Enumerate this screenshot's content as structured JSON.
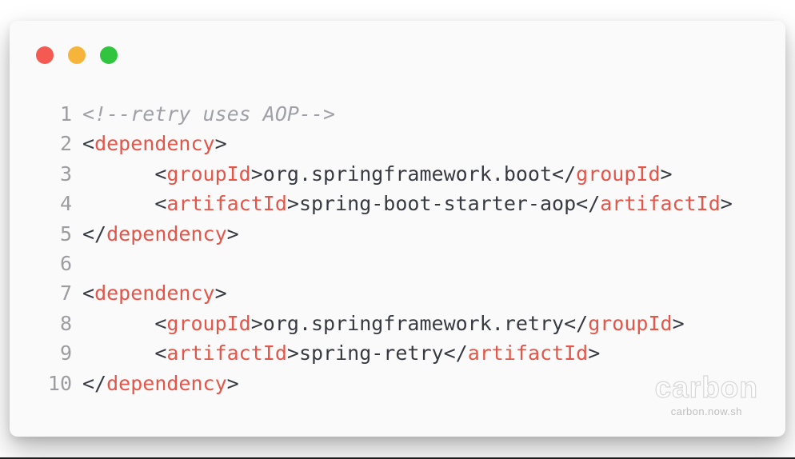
{
  "window": {
    "traffic_lights": [
      {
        "name": "close",
        "color": "#f45a52"
      },
      {
        "name": "minimize",
        "color": "#f6b43b"
      },
      {
        "name": "zoom",
        "color": "#31c43e"
      }
    ]
  },
  "code": {
    "language": "xml",
    "lines": [
      {
        "number": "1",
        "tokens": [
          {
            "type": "comment",
            "text": "<!--retry uses AOP-->"
          }
        ]
      },
      {
        "number": "2",
        "tokens": [
          {
            "type": "punctuation",
            "text": "<"
          },
          {
            "type": "tag",
            "text": "dependency"
          },
          {
            "type": "punctuation",
            "text": ">"
          }
        ]
      },
      {
        "number": "3",
        "tokens": [
          {
            "type": "text",
            "text": "      "
          },
          {
            "type": "punctuation",
            "text": "<"
          },
          {
            "type": "tag",
            "text": "groupId"
          },
          {
            "type": "punctuation",
            "text": ">"
          },
          {
            "type": "text",
            "text": "org.springframework.boot"
          },
          {
            "type": "punctuation",
            "text": "</"
          },
          {
            "type": "tag",
            "text": "groupId"
          },
          {
            "type": "punctuation",
            "text": ">"
          }
        ]
      },
      {
        "number": "4",
        "tokens": [
          {
            "type": "text",
            "text": "      "
          },
          {
            "type": "punctuation",
            "text": "<"
          },
          {
            "type": "tag",
            "text": "artifactId"
          },
          {
            "type": "punctuation",
            "text": ">"
          },
          {
            "type": "text",
            "text": "spring-boot-starter-aop"
          },
          {
            "type": "punctuation",
            "text": "</"
          },
          {
            "type": "tag",
            "text": "artifactId"
          },
          {
            "type": "punctuation",
            "text": ">"
          }
        ]
      },
      {
        "number": "5",
        "tokens": [
          {
            "type": "punctuation",
            "text": "</"
          },
          {
            "type": "tag",
            "text": "dependency"
          },
          {
            "type": "punctuation",
            "text": ">"
          }
        ]
      },
      {
        "number": "6",
        "tokens": []
      },
      {
        "number": "7",
        "tokens": [
          {
            "type": "punctuation",
            "text": "<"
          },
          {
            "type": "tag",
            "text": "dependency"
          },
          {
            "type": "punctuation",
            "text": ">"
          }
        ]
      },
      {
        "number": "8",
        "tokens": [
          {
            "type": "text",
            "text": "      "
          },
          {
            "type": "punctuation",
            "text": "<"
          },
          {
            "type": "tag",
            "text": "groupId"
          },
          {
            "type": "punctuation",
            "text": ">"
          },
          {
            "type": "text",
            "text": "org.springframework.retry"
          },
          {
            "type": "punctuation",
            "text": "</"
          },
          {
            "type": "tag",
            "text": "groupId"
          },
          {
            "type": "punctuation",
            "text": ">"
          }
        ]
      },
      {
        "number": "9",
        "tokens": [
          {
            "type": "text",
            "text": "      "
          },
          {
            "type": "punctuation",
            "text": "<"
          },
          {
            "type": "tag",
            "text": "artifactId"
          },
          {
            "type": "punctuation",
            "text": ">"
          },
          {
            "type": "text",
            "text": "spring-retry"
          },
          {
            "type": "punctuation",
            "text": "</"
          },
          {
            "type": "tag",
            "text": "artifactId"
          },
          {
            "type": "punctuation",
            "text": ">"
          }
        ]
      },
      {
        "number": "10",
        "tokens": [
          {
            "type": "punctuation",
            "text": "</"
          },
          {
            "type": "tag",
            "text": "dependency"
          },
          {
            "type": "punctuation",
            "text": ">"
          }
        ]
      }
    ]
  },
  "watermark": {
    "title": "carbon",
    "subtitle": "carbon.now.sh"
  },
  "colors": {
    "page_bg": "#ffffff",
    "card_bg": "#fafafa",
    "tag": "#e45649",
    "text": "#383a42",
    "comment": "#a0a1a7",
    "line_number": "#9d9da1",
    "watermark": "#bfbfbf",
    "bottom_bar": "#1c1c1c"
  }
}
